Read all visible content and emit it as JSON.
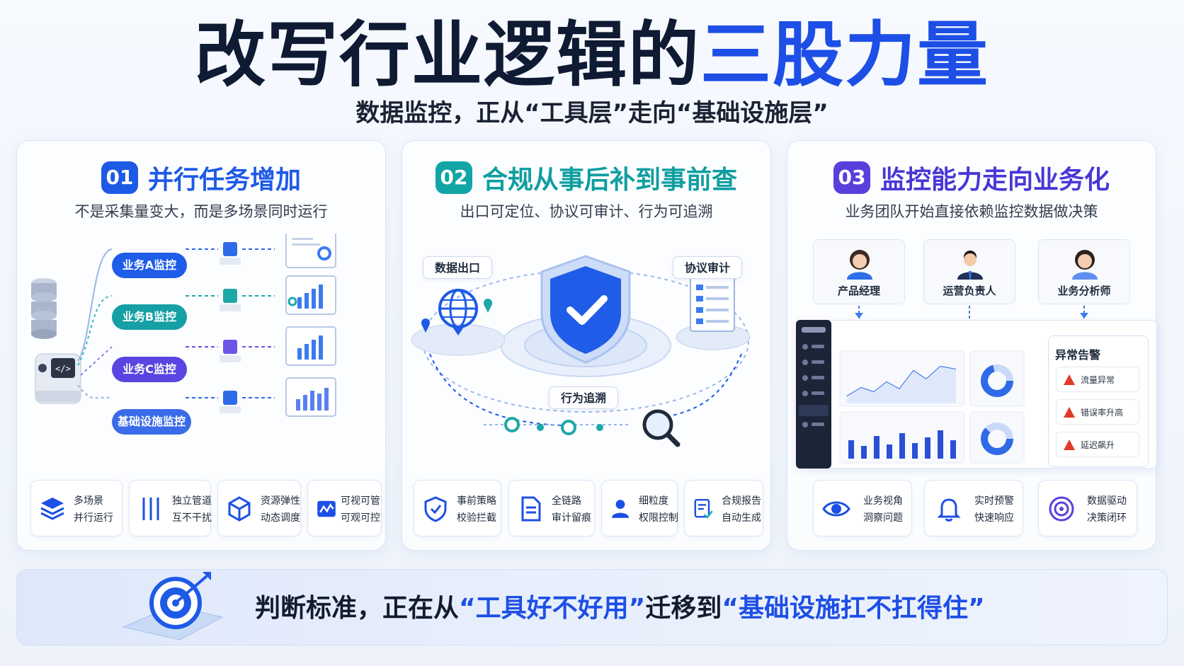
{
  "header": {
    "title_main": "改写行业逻辑的",
    "title_highlight": "三股力量",
    "subtitle": "数据监控，正从“工具层”走向“基础设施层”"
  },
  "panels": [
    {
      "number": "01",
      "title": "并行任务增加",
      "description": "不是采集量变大，而是多场景同时运行",
      "monitors": [
        "业务A监控",
        "业务B监控",
        "业务C监控",
        "基础设施监控"
      ],
      "features": [
        {
          "icon": "layers-icon",
          "line1": "多场景",
          "line2": "并行运行"
        },
        {
          "icon": "pipeline-icon",
          "line1": "独立管道",
          "line2": "互不干扰"
        },
        {
          "icon": "cube-icon",
          "line1": "资源弹性",
          "line2": "动态调度"
        },
        {
          "icon": "chart-monitor-icon",
          "line1": "可视可管",
          "line2": "可观可控"
        }
      ]
    },
    {
      "number": "02",
      "title": "合规从事后补到事前查",
      "description": "出口可定位、协议可审计、行为可追溯",
      "labels": {
        "exit": "数据出口",
        "audit": "协议审计",
        "trace": "行为追溯"
      },
      "features": [
        {
          "icon": "shield-icon",
          "line1": "事前策略",
          "line2": "校验拦截"
        },
        {
          "icon": "document-icon",
          "line1": "全链路",
          "line2": "审计留痕"
        },
        {
          "icon": "user-lock-icon",
          "line1": "细粒度",
          "line2": "权限控制"
        },
        {
          "icon": "report-check-icon",
          "line1": "合规报告",
          "line2": "自动生成"
        }
      ]
    },
    {
      "number": "03",
      "title": "监控能力走向业务化",
      "description": "业务团队开始直接依赖监控数据做决策",
      "roles": [
        "产品经理",
        "运营负责人",
        "业务分析师"
      ],
      "alerts": {
        "title": "异常告警",
        "items": [
          "流量异常",
          "错误率升高",
          "延迟飙升"
        ]
      },
      "features": [
        {
          "icon": "eye-icon",
          "line1": "业务视角",
          "line2": "洞察问题"
        },
        {
          "icon": "bell-icon",
          "line1": "实时预警",
          "line2": "快速响应"
        },
        {
          "icon": "target-icon",
          "line1": "数据驱动",
          "line2": "决策闭环"
        }
      ]
    }
  ],
  "footer": {
    "prefix": "判断标准，正在从",
    "quote1": "“工具好不好用”",
    "middle": "迁移到",
    "quote2": "“基础设施扛不扛得住”"
  },
  "colors": {
    "primary_blue": "#1d4fe6",
    "teal": "#11a5a5",
    "purple": "#5a3fdc",
    "alert_red": "#e23a2a"
  }
}
